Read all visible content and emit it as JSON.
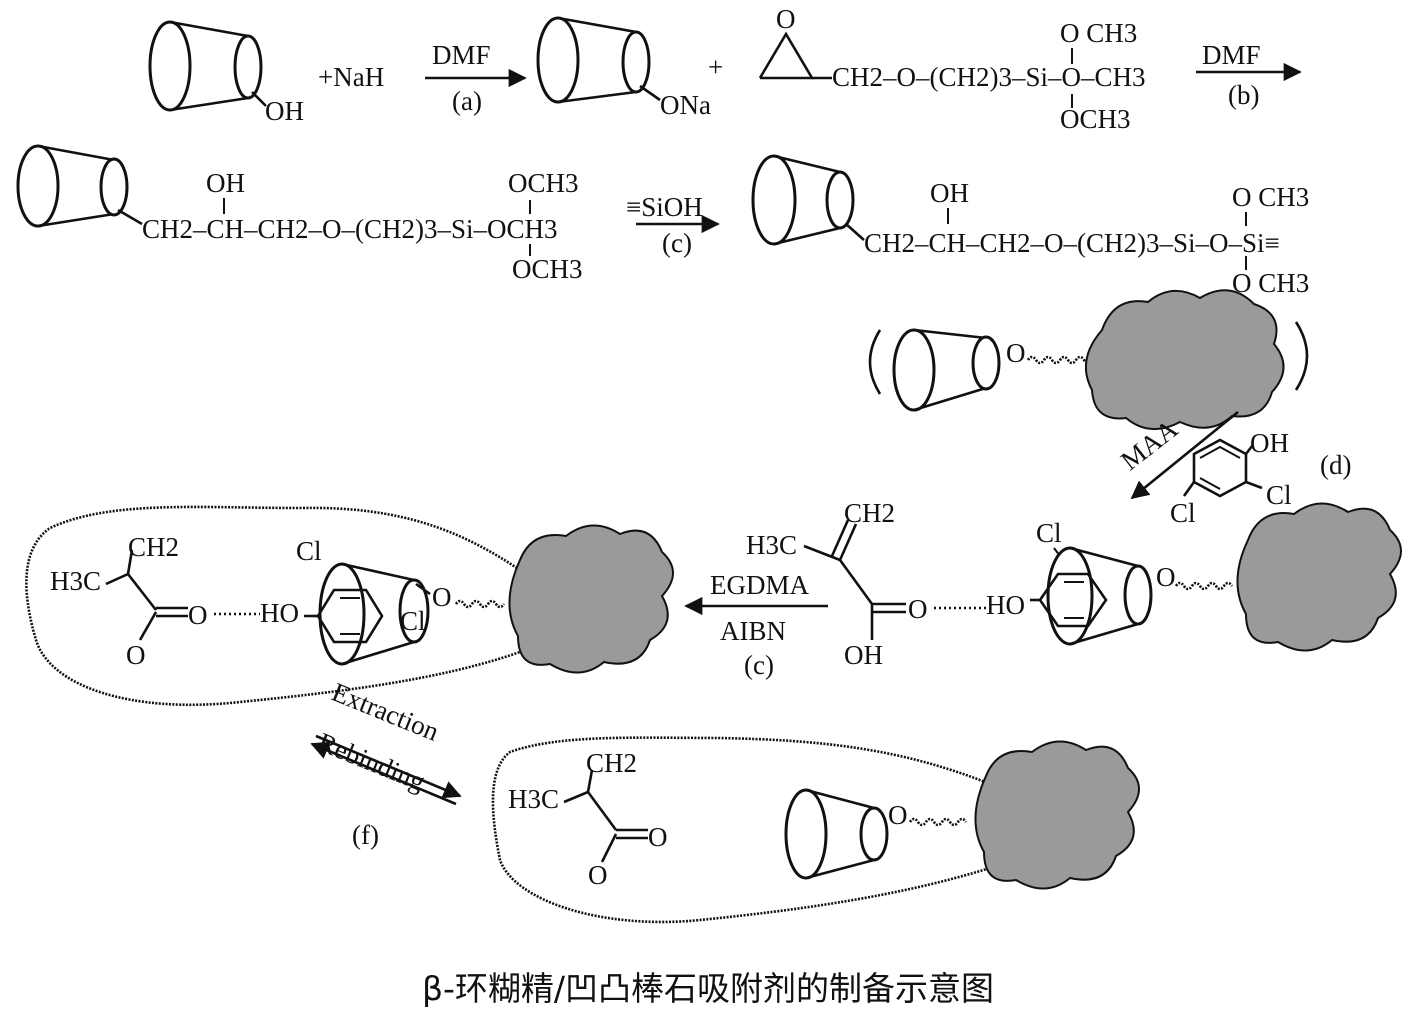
{
  "row1": {
    "oh": "OH",
    "plus_nah": "+NaH",
    "dmf_a": "DMF",
    "step_a": "(a)",
    "ona": "ONa",
    "plus": "+",
    "silane_chain": "CH2–O–(CH2)3–Si–O–CH3",
    "och3_top": "O CH3",
    "och3_bottom": "OCH3",
    "dmf_b": "DMF",
    "step_b": "(b)"
  },
  "row2": {
    "oh": "OH",
    "left_chain": "CH2–CH–CH2–O–(CH2)3–Si–OCH3",
    "och3_top": "OCH3",
    "och3_bottom": "OCH3",
    "sioh": "≡SiOH",
    "step_c": "(c)",
    "right_chain": "CH2–CH–CH2–O–(CH2)3–Si–O–Si≡",
    "right_oh": "OH",
    "och3_right_top": "O CH3",
    "och3_right_bottom": "O CH3"
  },
  "step_d": {
    "reagent": "MAA",
    "label": "(d)",
    "phenol_oh": "OH",
    "phenol_cl1": "Cl",
    "phenol_cl2": "Cl"
  },
  "complex": {
    "cl": "Cl",
    "ho": "HO",
    "methacrylic_ch2": "CH2",
    "methacrylic_h3c": "H3C",
    "methacrylic_o": "O",
    "methacrylic_oh": "OH"
  },
  "step_e": {
    "crosslinker": "EGDMA",
    "initiator": "AIBN",
    "label": "(c)"
  },
  "polymer": {
    "ch2": "CH2",
    "h3c": "H3C",
    "o_double": "O",
    "o_single": "O",
    "ho": "HO",
    "cl_top": "Cl",
    "cl_side": "Cl"
  },
  "step_f": {
    "forward": "Extraction",
    "reverse": "Rebinding",
    "label": "(f)"
  },
  "caption": "β-环糊精/凹凸棒石吸附剂的制备示意图"
}
